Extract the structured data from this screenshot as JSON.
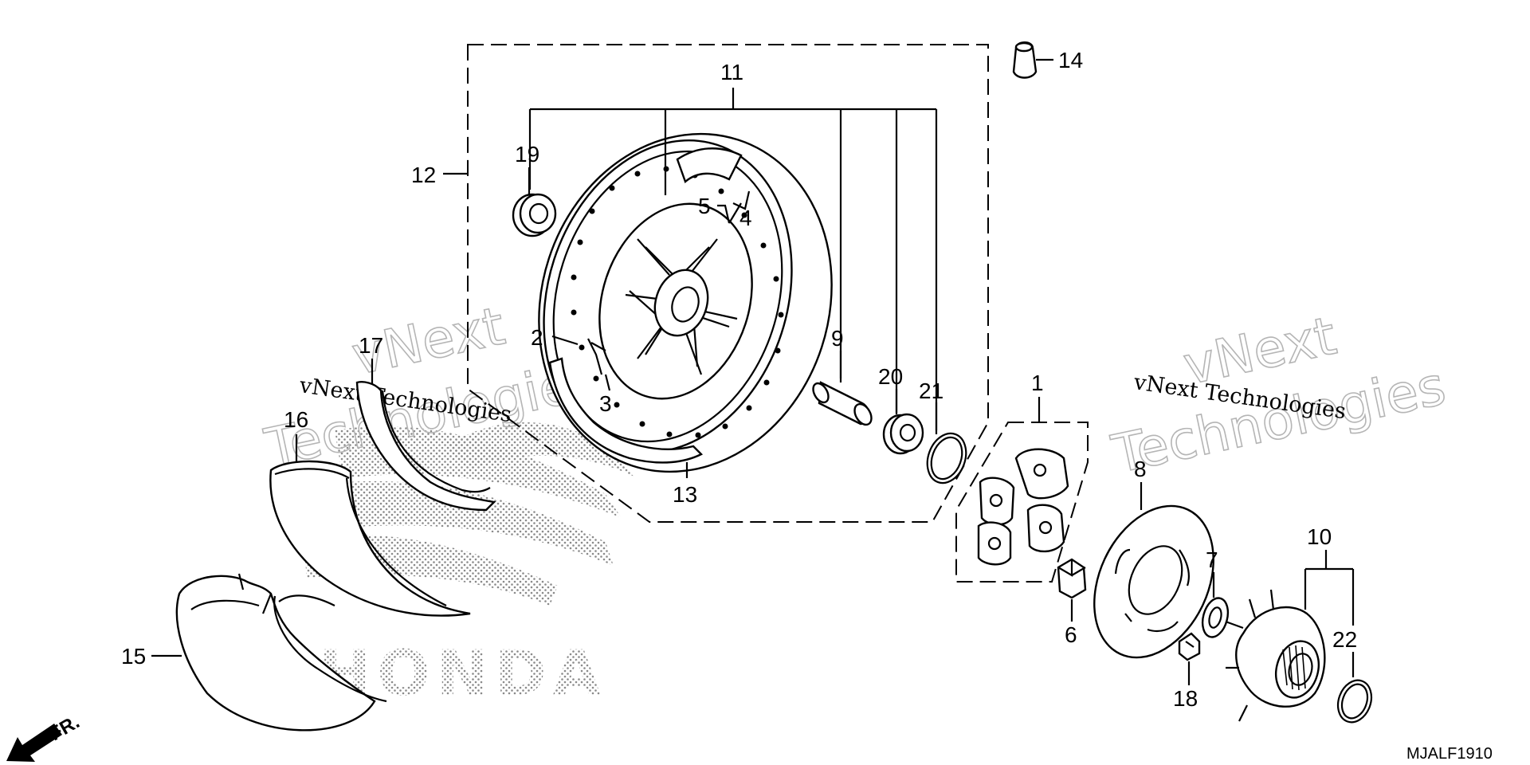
{
  "diagram_code": "MJALF1910",
  "front_marker": "FR.",
  "watermark": {
    "line1": "vNext",
    "line2": "Technologies",
    "caption": "vNext Technologies"
  },
  "brand_mark": "HONDA",
  "callouts": {
    "p1": "1",
    "p2": "2",
    "p3": "3",
    "p4": "4",
    "p5": "5",
    "p6": "6",
    "p7": "7",
    "p8": "8",
    "p9": "9",
    "p10": "10",
    "p11": "11",
    "p12": "12",
    "p13": "13",
    "p14": "14",
    "p15": "15",
    "p16": "16",
    "p17": "17",
    "p18": "18",
    "p19": "19",
    "p20": "20",
    "p21": "21",
    "p22": "22"
  }
}
